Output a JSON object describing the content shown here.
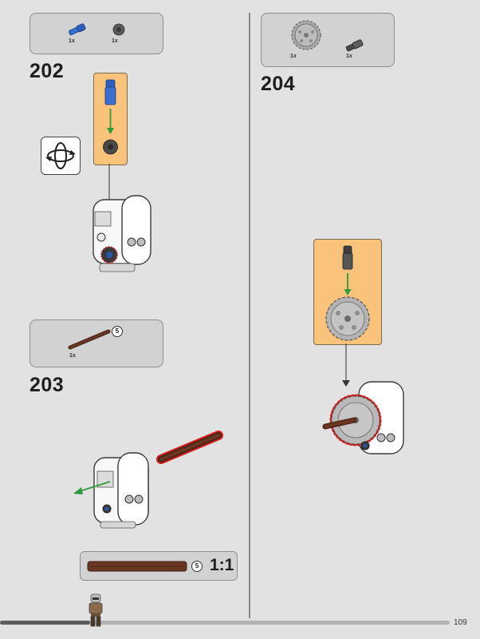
{
  "page": {
    "number": "109",
    "progress": 0.2
  },
  "step202": {
    "number": "202",
    "parts": [
      {
        "name": "blue-axle-pin",
        "qty": "1x"
      },
      {
        "name": "dark-gray-bush",
        "qty": "1x"
      }
    ]
  },
  "step203": {
    "number": "203",
    "parts": [
      {
        "name": "brown-axle",
        "qty": "1x",
        "length": "5"
      }
    ]
  },
  "step204": {
    "number": "204",
    "parts": [
      {
        "name": "gray-gear-24-tooth",
        "qty": "1x"
      },
      {
        "name": "dark-gray-axle-pin",
        "qty": "1x"
      }
    ]
  },
  "scale_reference": {
    "length": "5",
    "scale": "1:1"
  },
  "icons": {
    "rotate": "rotate-model-icon",
    "minifigure": "minifigure-progress-icon"
  },
  "colors": {
    "background": "#e2e2e2",
    "callout": "#f9c37c",
    "highlight": "#d41c1c",
    "arrow": "#2f9a3a"
  }
}
